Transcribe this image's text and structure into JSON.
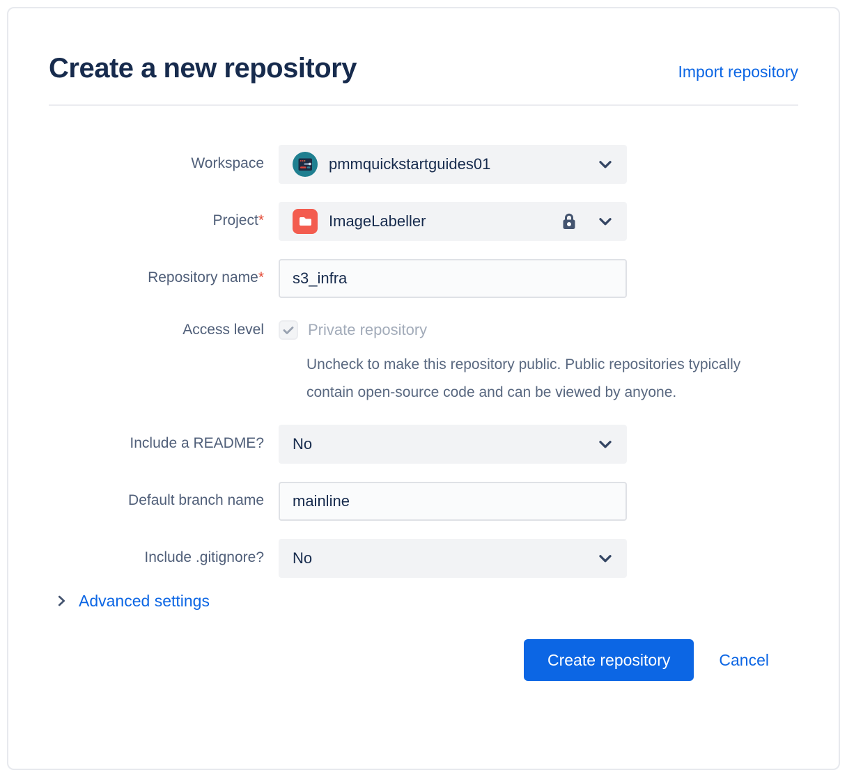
{
  "dialog": {
    "title": "Create a new repository",
    "import_link_label": "Import repository"
  },
  "form": {
    "workspace": {
      "label": "Workspace",
      "value": "pmmquickstartguides01"
    },
    "project": {
      "label": "Project",
      "required_mark": "*",
      "value": "ImageLabeller",
      "locked": true
    },
    "repository_name": {
      "label": "Repository name",
      "required_mark": "*",
      "value": "s3_infra"
    },
    "access_level": {
      "label": "Access level",
      "checkbox_label": "Private repository",
      "checked": true,
      "disabled": true,
      "help_text": "Uncheck to make this repository public. Public repositories typically contain open-source code and can be viewed by anyone."
    },
    "include_readme": {
      "label": "Include a README?",
      "value": "No"
    },
    "default_branch": {
      "label": "Default branch name",
      "value": "mainline"
    },
    "include_gitignore": {
      "label": "Include .gitignore?",
      "value": "No"
    }
  },
  "advanced_settings": {
    "label": "Advanced settings"
  },
  "actions": {
    "create_label": "Create repository",
    "cancel_label": "Cancel"
  },
  "icons": {
    "workspace_avatar": "teal-circle-workspace-avatar",
    "project_avatar": "red-folder-project-avatar",
    "lock": "lock-icon",
    "chevron_down": "chevron-down-icon",
    "chevron_right": "chevron-right-icon",
    "checkmark": "checkmark-icon"
  },
  "colors": {
    "title": "#172B4D",
    "label": "#505F79",
    "link": "#0C66E4",
    "primary_button": "#0C66E4",
    "select_bg": "#F2F3F5",
    "input_border": "#DFE1E6",
    "input_bg": "#FAFBFC",
    "required": "#E34935",
    "muted_text": "#A2ABB9",
    "help_text": "#596880",
    "project_avatar_red": "#F35C4F",
    "workspace_avatar_teal": "#1F7F90"
  }
}
